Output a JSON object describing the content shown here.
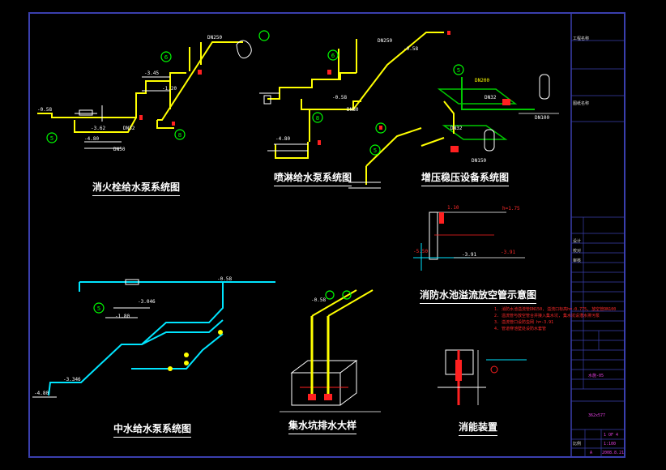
{
  "titles": {
    "hydrant": "消火栓给水泵系统图",
    "sprinkler": "喷淋给水泵系统图",
    "booster": "增压稳压设备系统图",
    "overflow": "消防水池溢流放空管示意图",
    "reclaimed": "中水给水泵系统图",
    "sump": "集水坑排水大样",
    "energy": "消能装置"
  },
  "labels": {
    "dn250a": "DN250",
    "dn250b": "DN250",
    "dn200": "DN200",
    "dn150": "DN150",
    "dn100": "DN100",
    "dn80": "DN80",
    "dn50": "DN50",
    "dn32a": "DN32",
    "dn32b": "DN32",
    "dn32c": "DN32",
    "h_m058a": "-0.58",
    "h_m058b": "-0.58",
    "h_m0362": "-3.62",
    "h_m48a": "-4.80",
    "h_m48b": "-4.80",
    "h_m48c": "-4.80",
    "h_m120": "-1.20",
    "h_m345": "-3.45",
    "h_m3346": "-3.346",
    "h_m3046": "-3.046",
    "h_m180": "-1.80",
    "h_m058c": "-0.58",
    "h_m058d": "-0.58",
    "h_m058e": "-0.58",
    "h_m391a": "-3.91",
    "h_m391b": "-3.91",
    "h_m550": "-5.50",
    "h_p175": "h=1.75",
    "h_top": "1.10",
    "marker5": "5",
    "marker6": "6",
    "marker8": "8"
  },
  "notes": [
    "1. 消防水池溢流管DN150, 溢流口标高h=-0.775, 放空管DN100",
    "2. 溢流管与放空管合并接入集水坑, 集水坑设潜水排污泵",
    "3. 溢流管口设防虫网 h=-3.91",
    "4. 管道穿池壁处设防水套管"
  ],
  "title_block": {
    "project_label": "工程名称",
    "drawing_name": "图纸名称",
    "design_label": "设计",
    "check_label": "校对",
    "approve_label": "审核",
    "scale_label": "比例",
    "scale": "1:100",
    "sheet": "1 OF 4",
    "date": "2008.8.21",
    "rev": "A",
    "drawing_no": "水施-05",
    "code": "362x577"
  },
  "colors": {
    "frame": "#3a3fae",
    "pipe_fire": "#ffff00",
    "pipe_reclaim": "#00e5ff",
    "equipment": "#00c800",
    "alarm": "#ff2020",
    "text_white": "#ffffff",
    "marker": "#00ff00"
  }
}
